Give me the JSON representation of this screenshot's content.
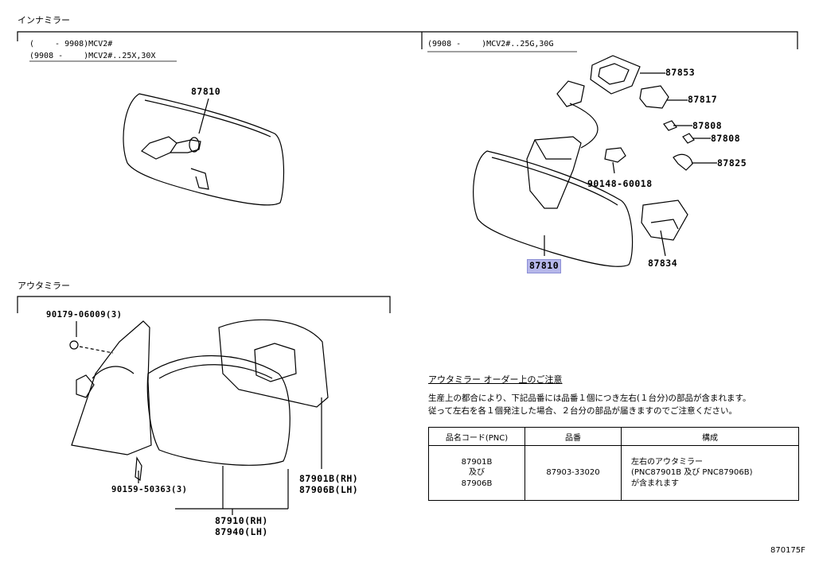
{
  "inner_mirror": {
    "section_label": "インナミラー",
    "left_variant_line1": "(　　 - 9908)MCV2#",
    "left_variant_line2": "(9908 -　　 )MCV2#..25X,30X",
    "right_variant": "(9908 -　　 )MCV2#..25G,30G",
    "left_part": "87810",
    "right_parts": {
      "p87853": "87853",
      "p87817": "87817",
      "p87808a": "87808",
      "p87808b": "87808",
      "p87825": "87825",
      "p90148": "90148-60018",
      "p87834": "87834",
      "p87810": "87810"
    }
  },
  "outer_mirror": {
    "section_label": "アウタミラー",
    "p90179": "90179-06009(3)",
    "p90159": "90159-50363(3)",
    "p87901b": "87901B(RH)",
    "p87906b": "87906B(LH)",
    "p87910": "87910(RH)",
    "p87940": "87940(LH)"
  },
  "note": {
    "title": "アウタミラー オーダー上のご注意",
    "line1": "生産上の都合により、下記品番には品番１個につき左右(１台分)の部品が含まれます。",
    "line2": "従って左右を各１個発注した場合、２台分の部品が届きますのでご注意ください。",
    "table": {
      "headers": [
        "品名コード(PNC)",
        "品番",
        "構成"
      ],
      "row": {
        "pnc": [
          "87901B",
          "及び",
          "87906B"
        ],
        "part_no": "87903-33020",
        "composition": [
          "左右のアウタミラー",
          "(PNC87901B 及び PNC87906B)",
          "が含まれます"
        ]
      }
    }
  },
  "figure_code": "870175F"
}
